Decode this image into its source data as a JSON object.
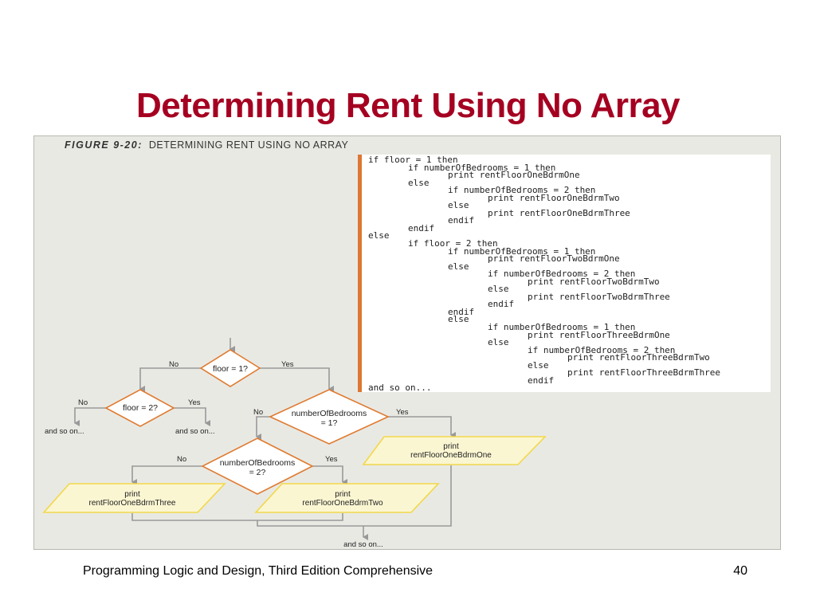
{
  "slide": {
    "title": "Determining Rent Using No Array",
    "footer_left": "Programming Logic and Design, Third Edition Comprehensive",
    "page_number": "40"
  },
  "figure": {
    "caption_number": "FIGURE 9-20:",
    "caption_text": "DETERMINING RENT USING NO ARRAY"
  },
  "pseudocode": [
    {
      "indent": 0,
      "text": "if floor = 1 then"
    },
    {
      "indent": 1,
      "text": "if numberOfBedrooms = 1 then"
    },
    {
      "indent": 2,
      "text": "print rentFloorOneBdrmOne"
    },
    {
      "indent": 1,
      "text": "else"
    },
    {
      "indent": 2,
      "text": "if numberOfBedrooms = 2 then"
    },
    {
      "indent": 3,
      "text": "print rentFloorOneBdrmTwo"
    },
    {
      "indent": 2,
      "text": "else"
    },
    {
      "indent": 3,
      "text": "print rentFloorOneBdrmThree"
    },
    {
      "indent": 2,
      "text": "endif"
    },
    {
      "indent": 1,
      "text": "endif"
    },
    {
      "indent": 0,
      "text": "else"
    },
    {
      "indent": 1,
      "text": "if floor = 2 then"
    },
    {
      "indent": 2,
      "text": "if numberOfBedrooms = 1 then"
    },
    {
      "indent": 3,
      "text": "print rentFloorTwoBdrmOne"
    },
    {
      "indent": 2,
      "text": "else"
    },
    {
      "indent": 3,
      "text": "if numberOfBedrooms = 2 then"
    },
    {
      "indent": 4,
      "text": "print rentFloorTwoBdrmTwo"
    },
    {
      "indent": 3,
      "text": "else"
    },
    {
      "indent": 4,
      "text": "print rentFloorTwoBdrmThree"
    },
    {
      "indent": 3,
      "text": "endif"
    },
    {
      "indent": 2,
      "text": "endif"
    },
    {
      "indent": 2,
      "text": "else"
    },
    {
      "indent": 3,
      "text": "if numberOfBedrooms = 1 then"
    },
    {
      "indent": 4,
      "text": "print rentFloorThreeBdrmOne"
    },
    {
      "indent": 3,
      "text": "else"
    },
    {
      "indent": 4,
      "text": "if numberOfBedrooms = 2 then"
    },
    {
      "indent": 5,
      "text": "print rentFloorThreeBdrmTwo"
    },
    {
      "indent": 4,
      "text": "else"
    },
    {
      "indent": 5,
      "text": "print rentFloorThreeBdrmThree"
    },
    {
      "indent": 4,
      "text": "endif"
    },
    {
      "indent": 0,
      "text": "and so on..."
    }
  ],
  "flowchart": {
    "decision_floor1": "floor = 1?",
    "decision_floor2": "floor = 2?",
    "decision_bed1_line1": "numberOfBedrooms",
    "decision_bed1_line2": "= 1?",
    "decision_bed2_line1": "numberOfBedrooms",
    "decision_bed2_line2": "= 2?",
    "label_no": "No",
    "label_yes": "Yes",
    "and_so_on": "and so on...",
    "print_label": "print",
    "print_bdrm_one": "rentFloorOneBdrmOne",
    "print_bdrm_two": "rentFloorOneBdrmTwo",
    "print_bdrm_three": "rentFloorOneBdrmThree"
  },
  "colors": {
    "title": "#a50021",
    "diamond_border": "#e07b30",
    "parallelogram_fill": "#fbf6d2",
    "parallelogram_border": "#f2d84a",
    "flow_line": "#999999"
  }
}
